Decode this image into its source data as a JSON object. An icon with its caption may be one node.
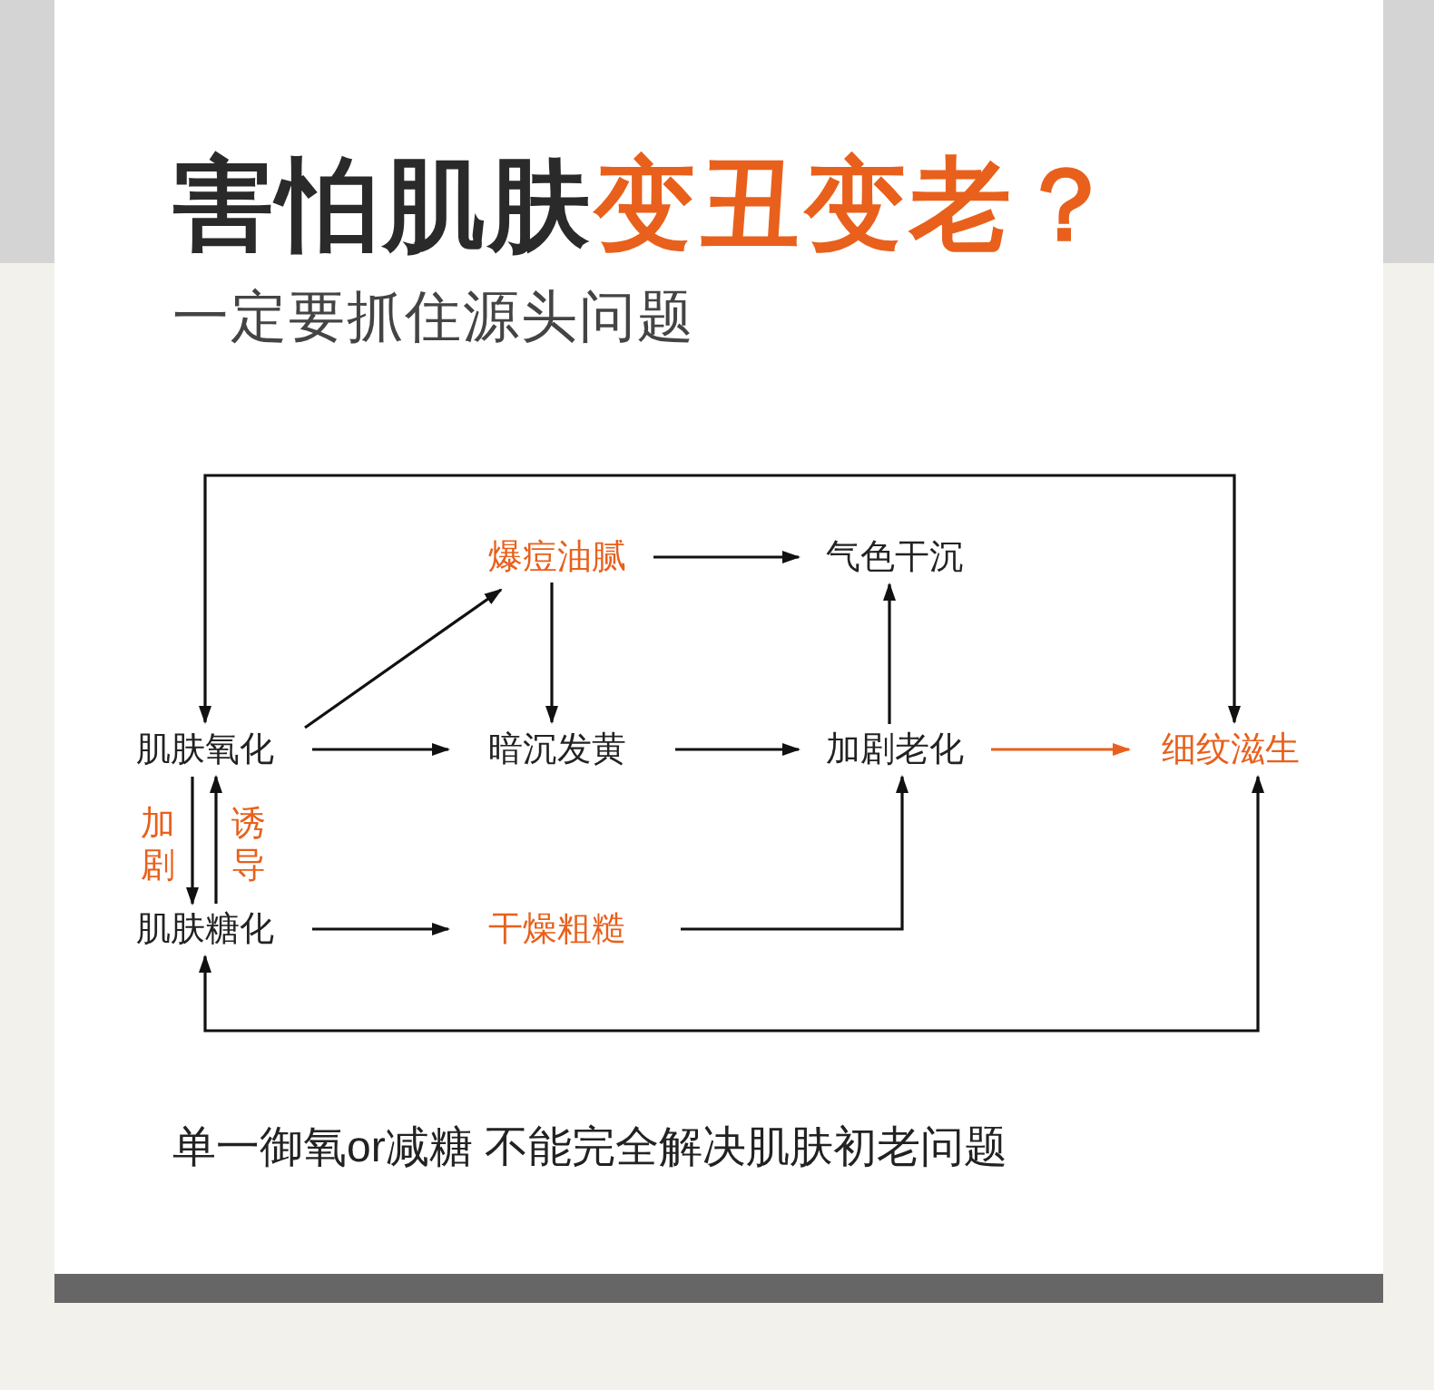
{
  "diagram": {
    "title": "害怕肌肤**变丑变老？**",
    "caption": "单一御氧or减糖 不能完全解决肌肤初老问题",
    "labels": [
      "一定要抓住源头问题"
    ],
    "nodes": [
      {
        "text": [
          "肌肤氧化"
        ]
      },
      {
        "text": [
          "爆痘油腻"
        ]
      },
      {
        "text": [
          "气色干沉"
        ]
      },
      {
        "text": [
          "暗沉发黄"
        ]
      },
      {
        "text": [
          "加剧老化"
        ]
      },
      {
        "text": [
          "细纹滋生"
        ]
      },
      {
        "text": [
          "肌肤糖化"
        ]
      },
      {
        "text": [
          "干燥粗糙"
        ]
      }
    ],
    "edges": [
      {
        "from": 0,
        "to": 1,
        "arrow": "to"
      },
      {
        "from": 1,
        "to": 2,
        "arrow": "to"
      },
      {
        "from": 1,
        "to": 3,
        "arrow": "to"
      },
      {
        "from": 0,
        "to": 3,
        "arrow": "to"
      },
      {
        "from": 3,
        "to": 4,
        "arrow": "to"
      },
      {
        "from": 4,
        "to": 2,
        "arrow": "to"
      },
      {
        "from": 4,
        "to": 5,
        "arrow": "to",
        "color": "#e8601c"
      },
      {
        "from": 0,
        "to": 6,
        "arrow": "to",
        "label": "加剧"
      },
      {
        "from": 6,
        "to": 0,
        "arrow": "to",
        "label": "诱导"
      },
      {
        "from": 6,
        "to": 7,
        "arrow": "to"
      },
      {
        "from": 7,
        "to": 4,
        "arrow": "to"
      },
      {
        "from": 0,
        "to": 5,
        "arrow": "both"
      },
      {
        "from": 6,
        "to": 5,
        "arrow": "both"
      }
    ]
  }
}
